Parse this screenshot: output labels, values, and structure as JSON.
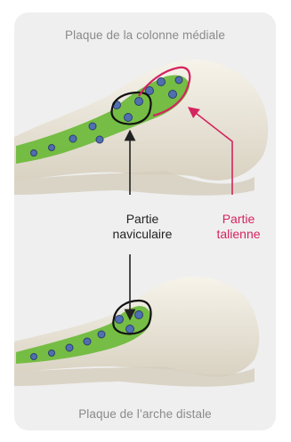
{
  "top_caption": "Plaque de la colonne médiale",
  "bottom_caption": "Plaque de l’arche distale",
  "labels": {
    "navicular_line1": "Partie",
    "navicular_line2": "naviculaire",
    "talar_line1": "Partie",
    "talar_line2": "talienne"
  },
  "colors": {
    "background": "#efefef",
    "bone": "#ece7da",
    "plate": "#6fbb3c",
    "screw": "#4f6fb0",
    "navicular_outline": "#111111",
    "talar_outline": "#d4245f"
  }
}
